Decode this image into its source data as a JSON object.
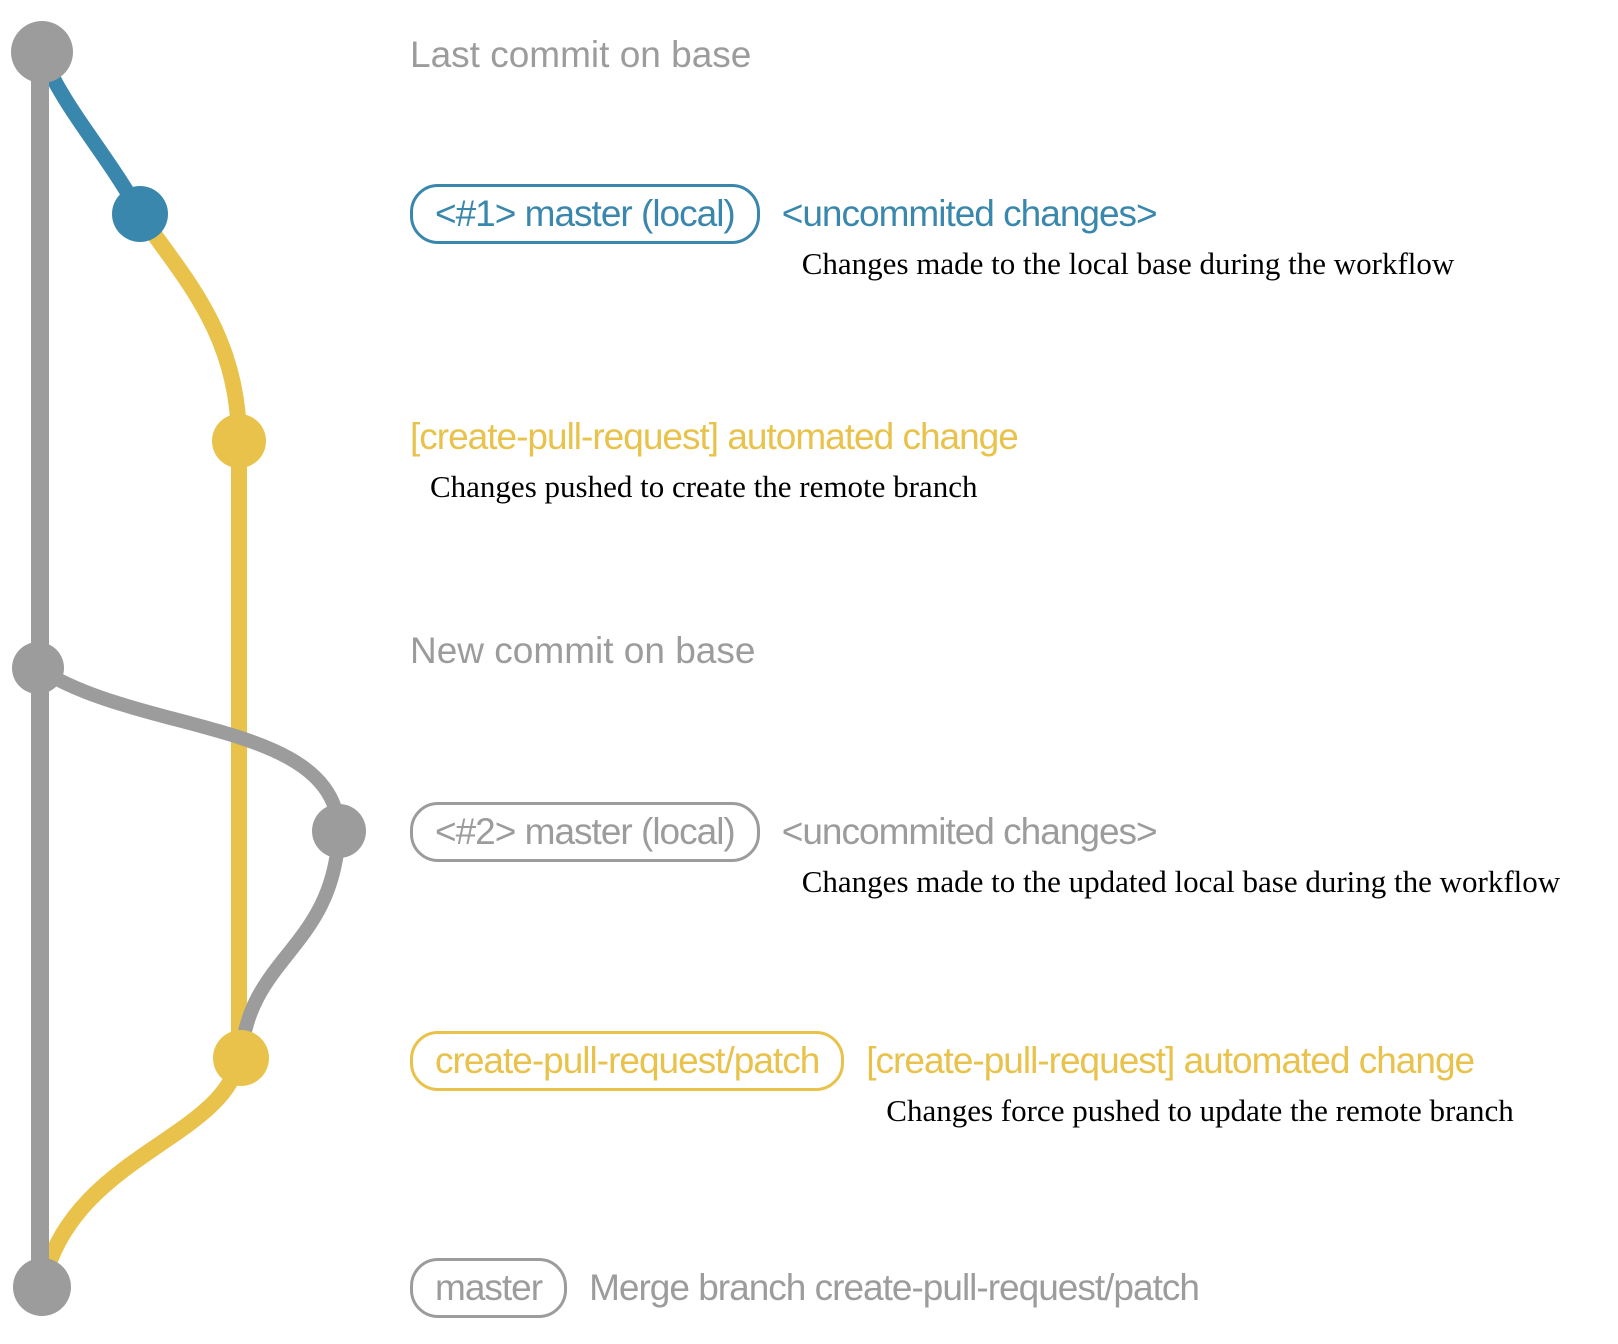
{
  "colors": {
    "gray": "#9c9c9c",
    "blue": "#3a87ad",
    "yellow": "#e8c24a",
    "annotation_text": "#000000"
  },
  "headings": {
    "last_commit": "Last commit on base",
    "new_commit": "New commit on base"
  },
  "steps": [
    {
      "id": "local-commit-1",
      "color": "blue",
      "badge": "<#1> master (local)",
      "note": "<uncommited changes>",
      "description": "Changes made to the local base during the workflow"
    },
    {
      "id": "push-create-remote-branch",
      "color": "yellow",
      "note": "[create-pull-request] automated change",
      "description": "Changes pushed to create the remote branch"
    },
    {
      "id": "local-commit-2",
      "color": "gray",
      "badge": "<#2> master (local)",
      "note": "<uncommited changes>",
      "description": "Changes made to the updated local base during the workflow"
    },
    {
      "id": "force-push-remote-branch",
      "color": "yellow",
      "badge": "create-pull-request/patch",
      "note": "[create-pull-request] automated change",
      "description": "Changes force pushed to update the remote branch"
    },
    {
      "id": "merge-commit",
      "color": "gray",
      "badge": "master",
      "note": "Merge branch create-pull-request/patch"
    }
  ]
}
